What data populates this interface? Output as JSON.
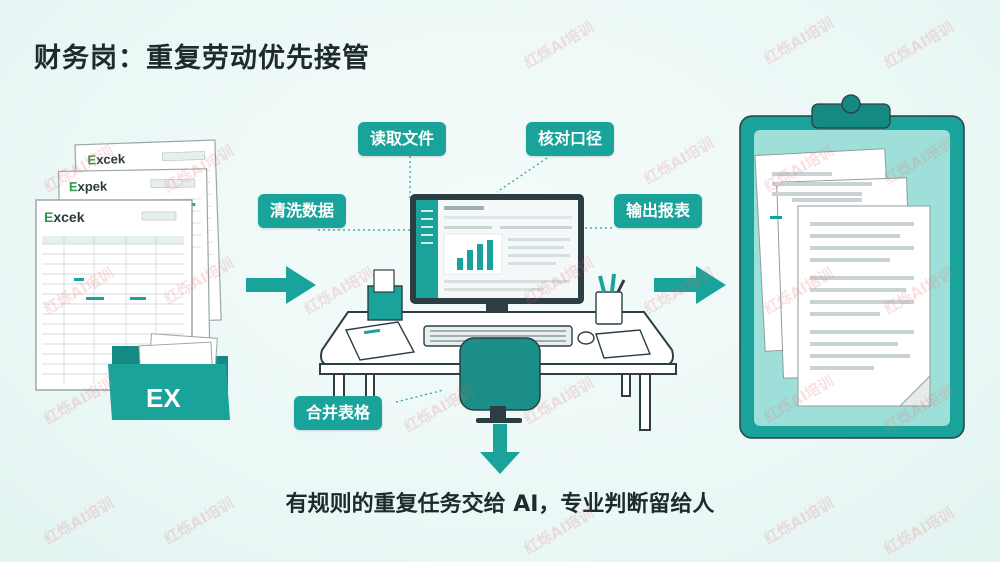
{
  "title": "财务岗：重复劳动优先接管",
  "tags": {
    "read": "读取文件",
    "verify": "核对口径",
    "clean": "清洗数据",
    "output": "输出报表",
    "merge": "合并表格"
  },
  "sheet_logo": "Excek",
  "folder_logo": "EX",
  "tagline": "有规则的重复任务交给 AI，专业判断留给人",
  "watermark": "红烁AI培训",
  "colors": {
    "accent": "#1aa39a",
    "dark": "#1f2a2e"
  }
}
